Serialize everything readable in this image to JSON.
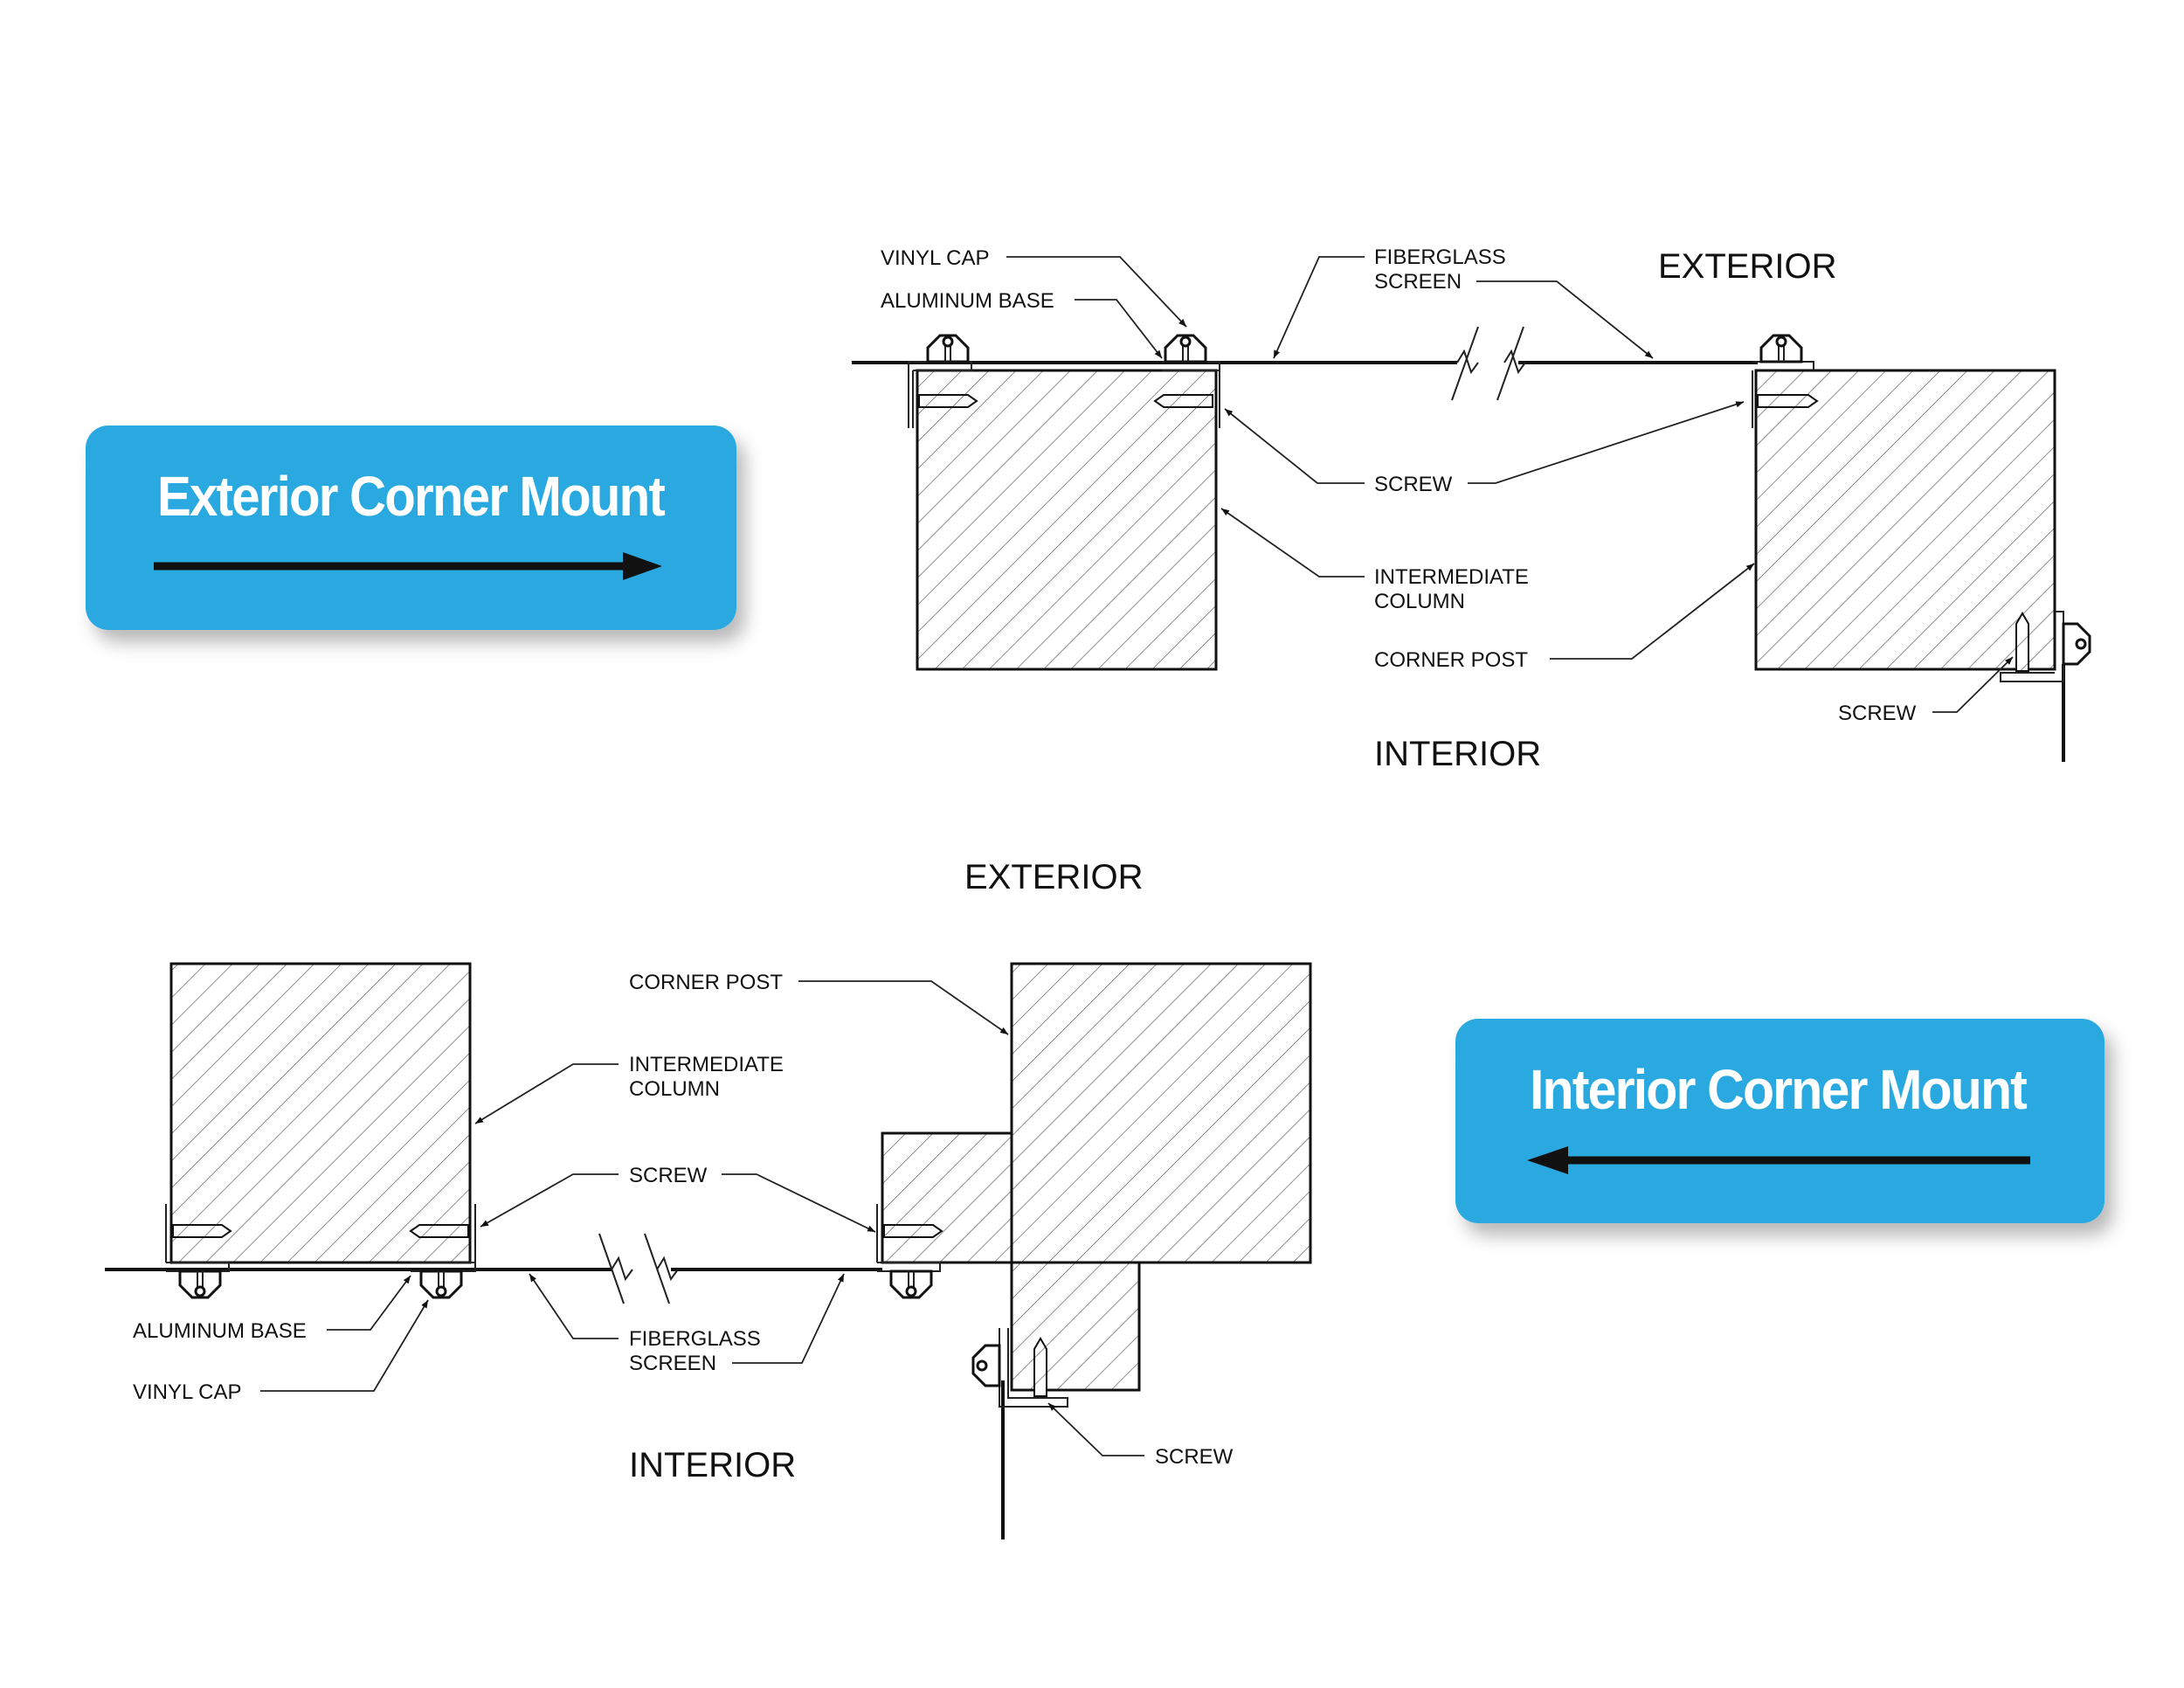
{
  "colors": {
    "badge": "#29a9e0",
    "badge_text": "#ffffff",
    "line": "#111111"
  },
  "exterior_mount": {
    "badge_label": "Exterior Corner Mount",
    "arrow_direction": "right",
    "side_top": "EXTERIOR",
    "side_bottom": "INTERIOR",
    "labels": {
      "vinyl_cap": "VINYL CAP",
      "aluminum_base": "ALUMINUM BASE",
      "fiberglass_screen_1": "FIBERGLASS",
      "fiberglass_screen_2": "SCREEN",
      "screw": "SCREW",
      "intermediate_column_1": "INTERMEDIATE",
      "intermediate_column_2": "COLUMN",
      "corner_post": "CORNER POST",
      "screw_corner": "SCREW"
    }
  },
  "interior_mount": {
    "badge_label": "Interior Corner Mount",
    "arrow_direction": "left",
    "side_top": "EXTERIOR",
    "side_bottom": "INTERIOR",
    "labels": {
      "corner_post": "CORNER POST",
      "intermediate_column_1": "INTERMEDIATE",
      "intermediate_column_2": "COLUMN",
      "screw": "SCREW",
      "aluminum_base": "ALUMINUM BASE",
      "vinyl_cap": "VINYL CAP",
      "fiberglass_screen_1": "FIBERGLASS",
      "fiberglass_screen_2": "SCREEN",
      "screw_corner": "SCREW"
    }
  }
}
